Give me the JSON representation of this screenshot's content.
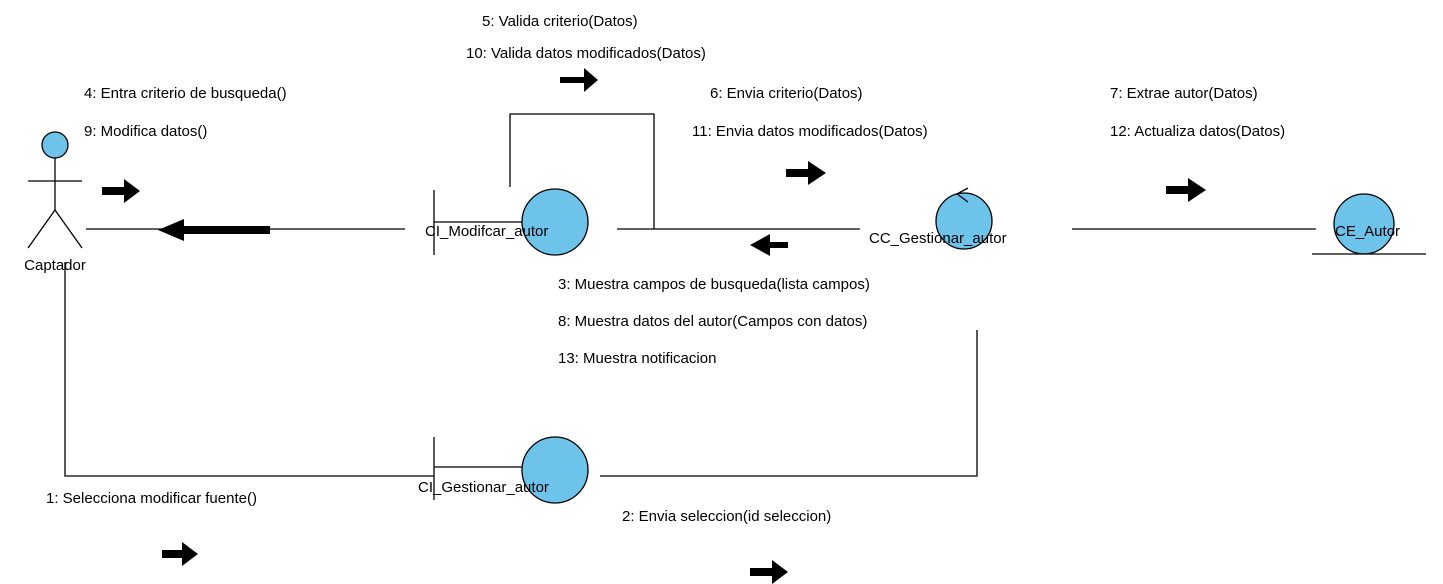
{
  "diagram": {
    "actor": {
      "name": "Captador"
    },
    "objects": {
      "ci_modificar": "CI_Modifcar_autor",
      "cc_gestionar": "CC_Gestionar_autor",
      "ce_autor": "CE_Autor",
      "ci_gestionar": "CI_Gestionar_autor"
    },
    "messages": {
      "m1": "1: Selecciona modificar fuente()",
      "m2": "2: Envia seleccion(id seleccion)",
      "m3": "3: Muestra campos de busqueda(lista campos)",
      "m4": "4: Entra criterio de busqueda()",
      "m5": "5: Valida criterio(Datos)",
      "m6": "6: Envia criterio(Datos)",
      "m7": "7: Extrae autor(Datos)",
      "m8": "8: Muestra datos del autor(Campos con datos)",
      "m9": "9: Modifica datos()",
      "m10": "10: Valida  datos modificados(Datos)",
      "m11": "11: Envia datos modificados(Datos)",
      "m12": "12: Actualiza datos(Datos)",
      "m13": "13: Muestra notificacion"
    },
    "colors": {
      "object_fill": "#6ec3ea",
      "line": "#000000"
    }
  }
}
